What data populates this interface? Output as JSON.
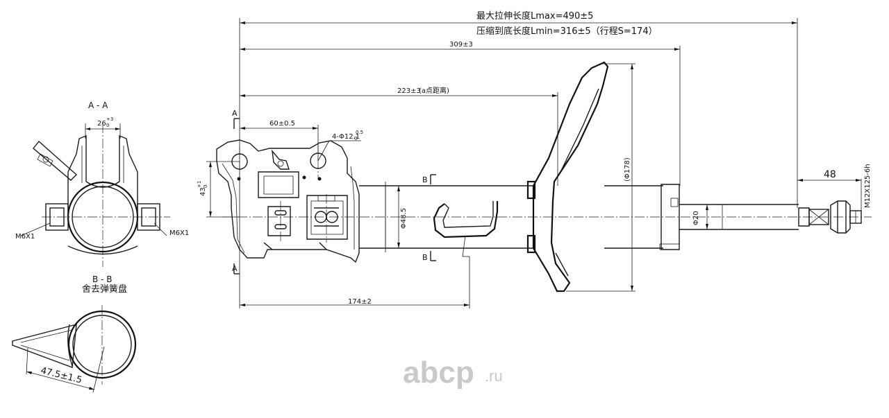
{
  "dimensions": {
    "l_max": "最大拉伸长度Lmax=490±5",
    "l_min": "压缩到底长度Lmin=316±5（行程S=174）",
    "d309": "309±3",
    "d223": "223±3",
    "d223_note": "(a点距离)",
    "d60": "60±0.5",
    "hole": "4-Φ12.1",
    "hole_tol": "0.5",
    "hole_tol0": "0",
    "d43": "43",
    "d43_tol": "+1",
    "d43_tol0": "0",
    "d48_5": "Φ48.5",
    "d178": "(Φ178)",
    "d20": "Φ20",
    "d48": "48",
    "thread": "M12X125-6h",
    "d174": "174±2",
    "d26": "26",
    "d26_tol": "+3",
    "d26_tol0": "0",
    "m6_left": "M6X1",
    "m6_right": "M6X1",
    "d47_5": "47.5±1.5"
  },
  "sections": {
    "aa": "A - A",
    "bb": "B - B",
    "bb_note": "舍去弹簧盘",
    "mark_a_top": "A",
    "mark_a_bottom": "A",
    "mark_b_top": "B",
    "mark_b_bottom": "B"
  },
  "watermark": {
    "brand": "abcp",
    "tld": ".ru",
    "color": "#c9c9c9"
  }
}
